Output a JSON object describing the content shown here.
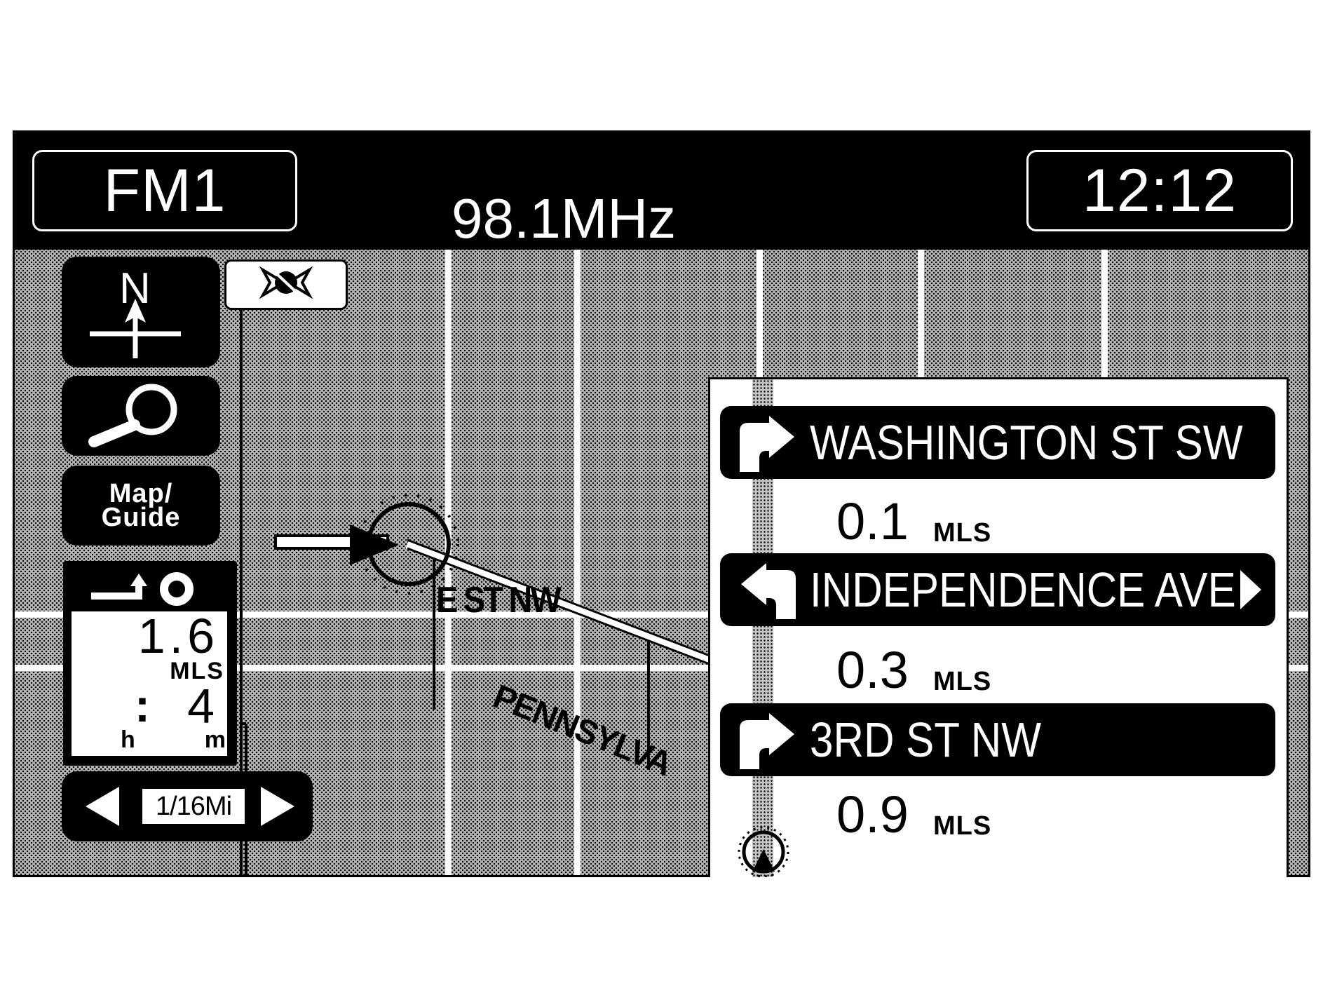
{
  "header": {
    "source": "FM1",
    "frequency": "98.1MHz",
    "clock": "12:12"
  },
  "side_buttons": {
    "north_label": "N",
    "map_guide_line1": "Map/",
    "map_guide_line2": "Guide"
  },
  "trip": {
    "distance": "1.6",
    "distance_unit": "MLS",
    "time_separator": ":",
    "time_value": "4",
    "hours_label": "h",
    "minutes_label": "m"
  },
  "scale": {
    "label": "1/16Mi"
  },
  "map_labels": {
    "street_1": "E ST NW",
    "street_2": "PENNSYLVA"
  },
  "route": {
    "steps": [
      {
        "turn": "right",
        "street": "WASHINGTON ST SW",
        "distance": "0.1",
        "unit": "MLS"
      },
      {
        "turn": "left",
        "street": "INDEPENDENCE AVE",
        "distance": "0.3",
        "unit": "MLS"
      },
      {
        "turn": "right",
        "street": "3RD ST NW",
        "distance": "0.9",
        "unit": "MLS"
      }
    ]
  },
  "icons": {
    "north": "north-arrow-icon",
    "zoom": "magnifier-icon",
    "poi": "poi-icon",
    "scale_left": "triangle-left-icon",
    "scale_right": "triangle-right-icon",
    "gps": "gps-signal-icon",
    "vehicle": "vehicle-position-icon"
  }
}
